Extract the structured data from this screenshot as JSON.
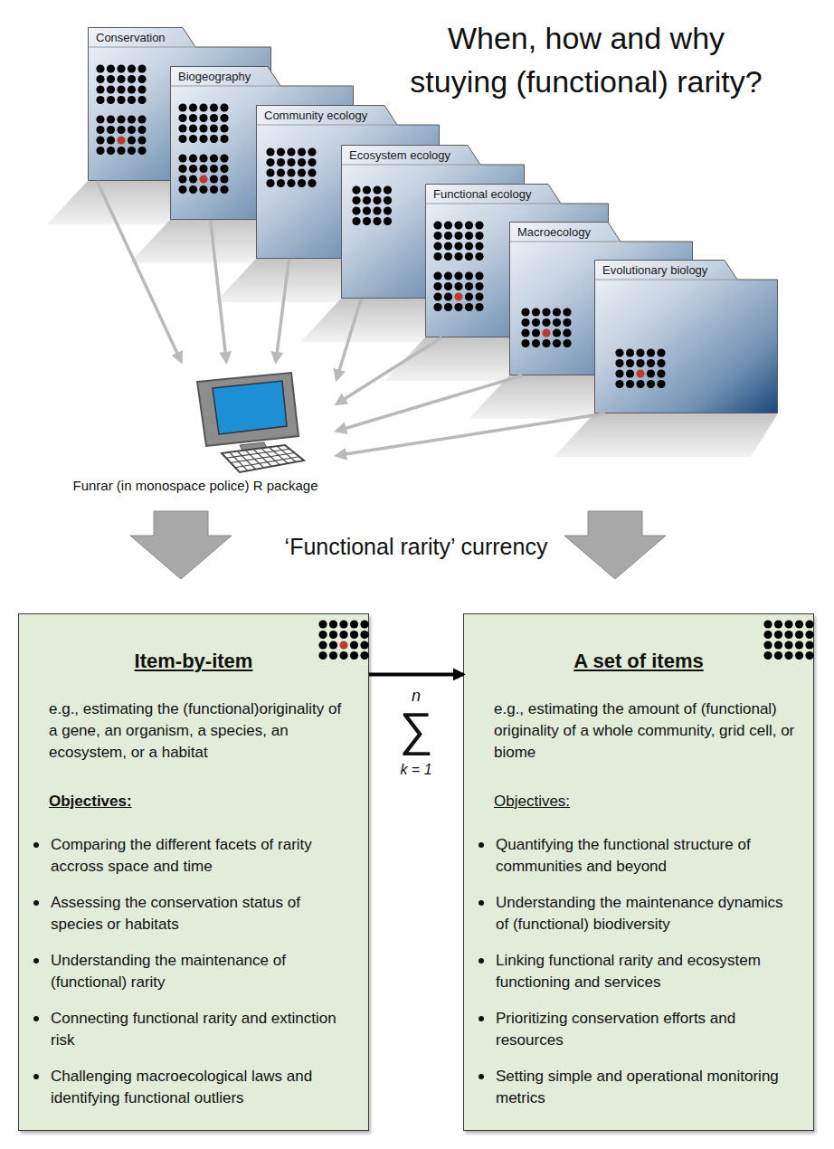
{
  "diagram": {
    "title": "When, how and why stuying (functional) rarity?",
    "nodes": [
      {
        "text": [
          "Conservation"
        ]
      },
      {
        "text": [
          "Biogeography"
        ]
      },
      {
        "text": [
          "Community ecology"
        ]
      },
      {
        "text": [
          "Ecosystem ecology"
        ]
      },
      {
        "text": [
          "Functional ecology"
        ]
      },
      {
        "text": [
          "Macroecology"
        ]
      },
      {
        "text": [
          "Evolutionary biology"
        ]
      },
      {
        "text": [
          "Funrar (in monospace police) R package"
        ]
      },
      {
        "text": [
          "Item-by-item",
          "e.g., estimating the (functional)originality of a gene, an organism, a species, an ecosystem, or a habitat",
          "Objectives:",
          "Comparing the different facets of rarity accross space and time",
          "Assessing the conservation status of species or habitats",
          "Understanding the maintenance of (functional) rarity",
          "Connecting functional rarity and extinction risk",
          "Challenging macroecological laws and identifying functional outliers"
        ]
      },
      {
        "text": [
          "A set of items",
          "e.g., estimating the amount of (functional) originality of a whole community, grid cell, or biome",
          "Objectives:",
          "Quantifying the functional structure of communities and beyond",
          "Understanding the maintenance dynamics of (functional) biodiversity",
          "Linking functional rarity and ecosystem functioning and services",
          "Prioritizing conservation efforts and resources",
          "Setting simple and operational monitoring metrics"
        ]
      }
    ],
    "edges": [
      {
        "from": 0,
        "to": 7,
        "arrow": "to"
      },
      {
        "from": 1,
        "to": 7,
        "arrow": "to"
      },
      {
        "from": 2,
        "to": 7,
        "arrow": "to"
      },
      {
        "from": 3,
        "to": 7,
        "arrow": "to"
      },
      {
        "from": 4,
        "to": 7,
        "arrow": "to"
      },
      {
        "from": 5,
        "to": 7,
        "arrow": "to"
      },
      {
        "from": 6,
        "to": 7,
        "arrow": "to"
      },
      {
        "from": 8,
        "to": 9,
        "arrow": "to"
      }
    ],
    "labels": [
      "‘Functional rarity’ currency",
      "n",
      "∑",
      "k = 1"
    ]
  }
}
